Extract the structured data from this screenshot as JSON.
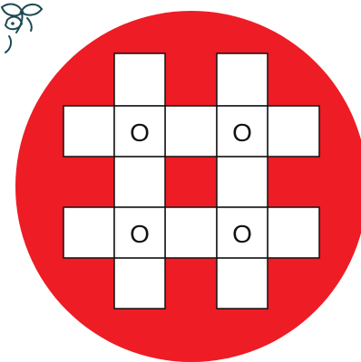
{
  "board": {
    "background_color": "#ee1c25",
    "cell_color": "#ffffff",
    "line_color": "#111111",
    "marks": [
      {
        "cell": "top-left-intersection",
        "symbol": "O"
      },
      {
        "cell": "top-right-intersection",
        "symbol": "O"
      },
      {
        "cell": "bottom-left-intersection",
        "symbol": "O"
      },
      {
        "cell": "bottom-right-intersection",
        "symbol": "O"
      }
    ]
  },
  "corner_art": {
    "icon": "flower-sketch-icon",
    "color": "#1a4a52"
  }
}
